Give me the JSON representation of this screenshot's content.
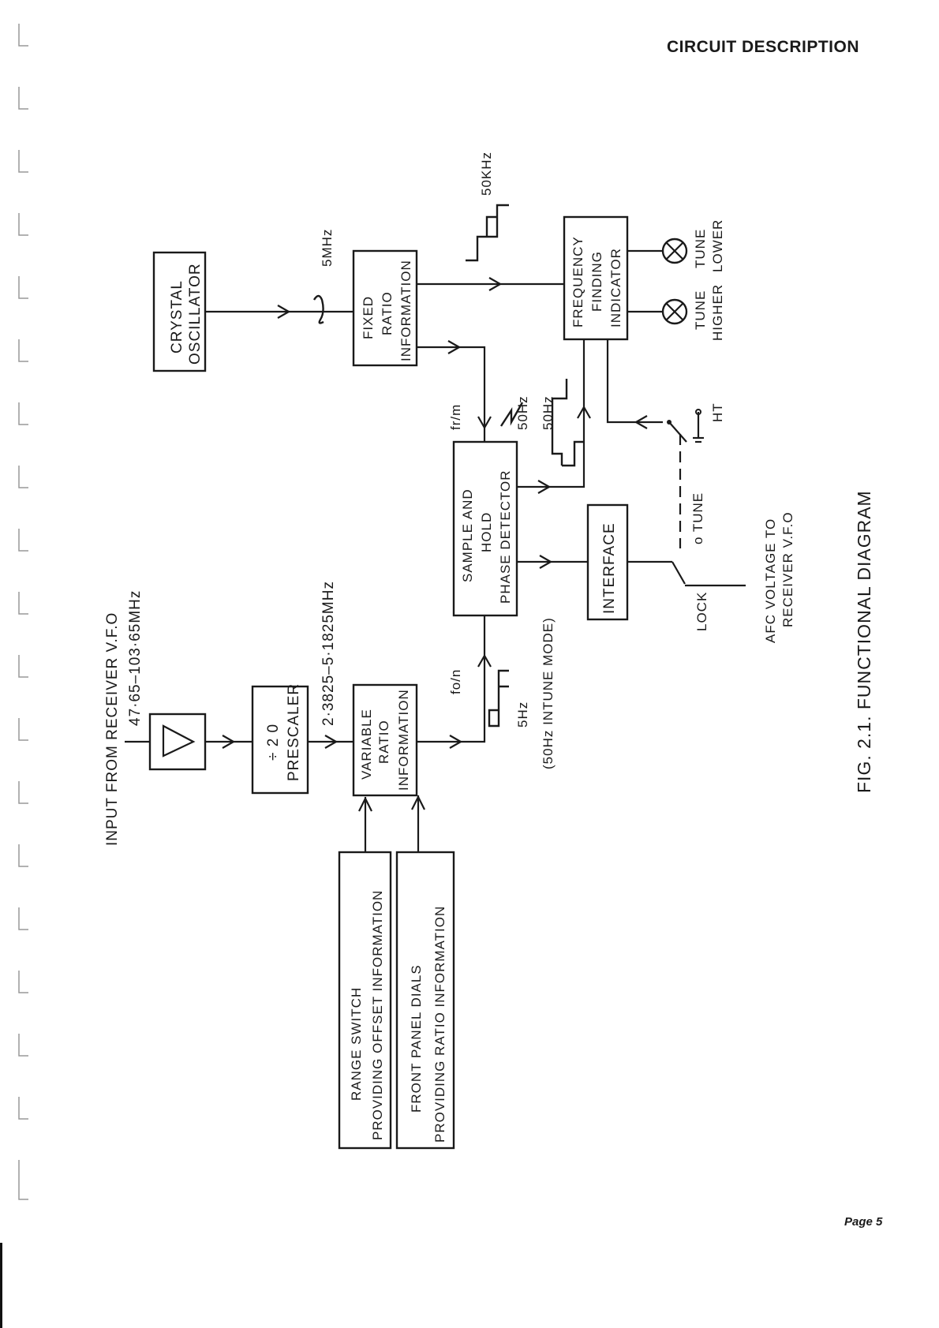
{
  "header": {
    "section_title": "CIRCUIT DESCRIPTION"
  },
  "footer": {
    "page_number": "Page 5"
  },
  "figure": {
    "caption": "FIG. 2.1.  FUNCTIONAL  DIAGRAM",
    "input_label": "INPUT  FROM  RECEIVER  V.F.O",
    "input_freq": "47·65–103·65MHz",
    "prescaler": {
      "line1": "÷ 2 0",
      "line2": "PRESCALER"
    },
    "prescaler_out": "2·3825–5·1825MHz",
    "variable_ratio": {
      "line1": "VARIABLE",
      "line2": "RATIO",
      "line3": "INFORMATION"
    },
    "range_switch": {
      "line1": "RANGE   SWITCH",
      "line2": "PROVIDING  OFFSET INFORMATION"
    },
    "front_panel": {
      "line1": "FRONT  PANEL  DIALS",
      "line2": "PROVIDING  RATIO INFORMATION"
    },
    "crystal": {
      "line1": "CRYSTAL",
      "line2": "OSCILLATOR"
    },
    "crystal_freq": "5MHz",
    "fixed_ratio": {
      "line1": "FIXED",
      "line2": "RATIO",
      "line3": "INFORMATION"
    },
    "freq_50k": "50KHz",
    "freq_finding": {
      "line1": "FREQUENCY",
      "line2": "FINDING",
      "line3": "INDICATOR"
    },
    "lamp_higher": {
      "line1": "TUNE",
      "line2": "HIGHER"
    },
    "lamp_lower": {
      "line1": "TUNE",
      "line2": "LOWER"
    },
    "sample_hold": {
      "line1": "SAMPLE  AND",
      "line2": "HOLD",
      "line3": "PHASE  DETECTOR"
    },
    "fr_m": "fr/m",
    "fo_n": "fo/n",
    "freq_50hz_a": "50Hz",
    "freq_50hz_b": "50Hz",
    "freq_5hz": "5Hz",
    "intune_note": "(50Hz  INTUNE  MODE)",
    "interface": "INTERFACE",
    "tune_label": "o  TUNE",
    "lock_label": "LOCK",
    "ht_label": "HT",
    "afc": {
      "line1": "AFC  VOLTAGE  TO",
      "line2": "RECEIVER V.F.O"
    }
  }
}
